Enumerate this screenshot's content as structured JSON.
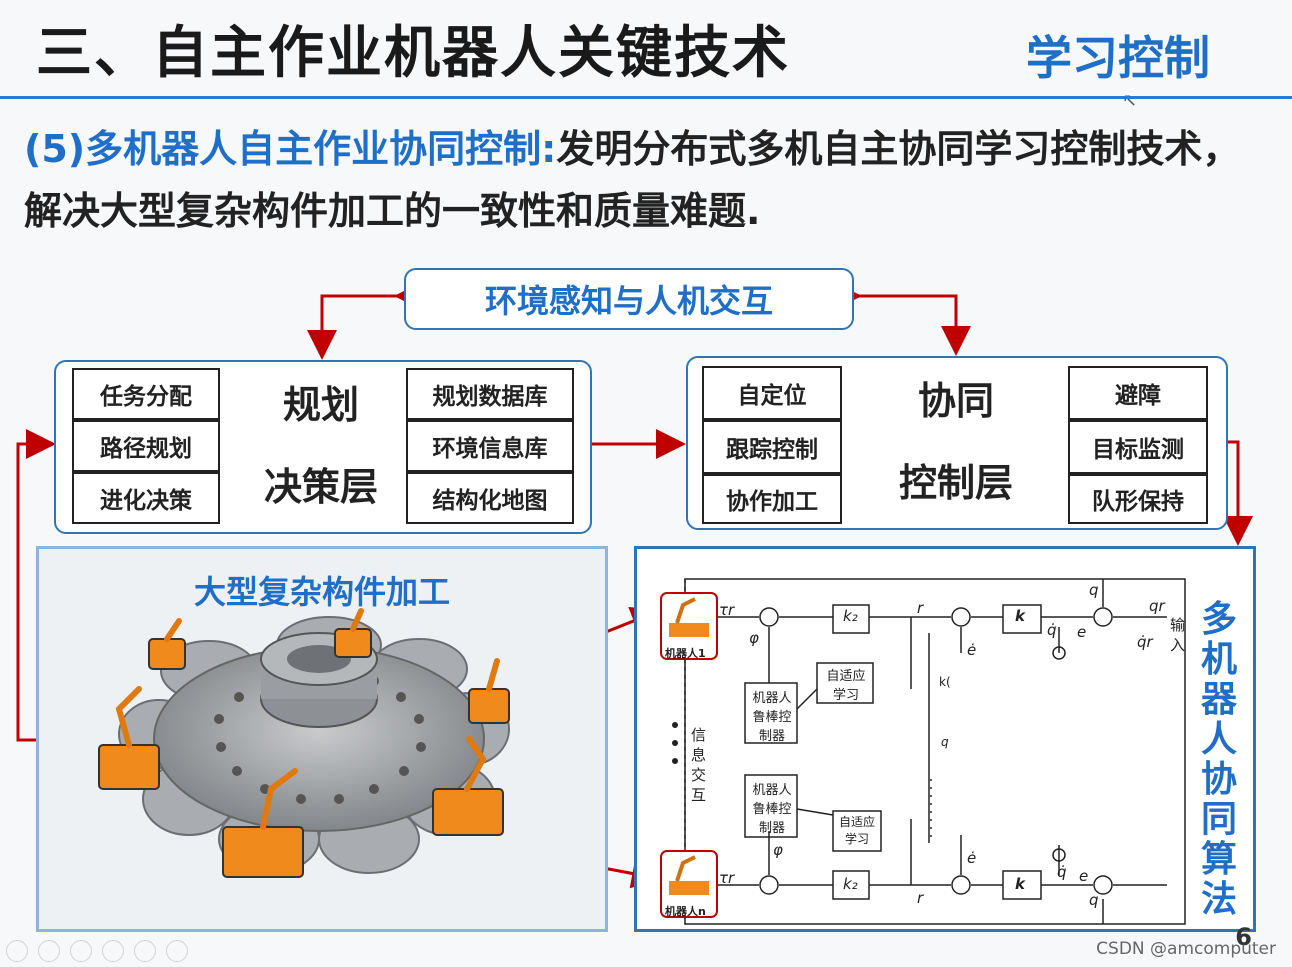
{
  "slide": {
    "title": "三、自主作业机器人关键技术",
    "top_right": "学习控制",
    "heading_highlight": "(5)多机器人自主作业协同控制:",
    "heading_rest": "发明分布式多机自主协同学习控制技术，解决大型复杂构件加工的一致性和质量难题.",
    "page_num": "6",
    "watermark": "CSDN @amcomputer"
  },
  "env": {
    "label": "环境感知与人机交互"
  },
  "planning": {
    "left_items": [
      "任务分配",
      "路径规划",
      "进化决策"
    ],
    "center_line1": "规划",
    "center_line2": "决策层",
    "right_items": [
      "规划数据库",
      "环境信息库",
      "结构化地图"
    ]
  },
  "control": {
    "left_items": [
      "自定位",
      "跟踪控制",
      "协作加工"
    ],
    "center_line1": "协同",
    "center_line2": "控制层",
    "right_items": [
      "避障",
      "目标监测",
      "队形保持"
    ]
  },
  "photo": {
    "title": "大型复杂构件加工"
  },
  "algo": {
    "label": "多机器人协同算法"
  },
  "diagram": {
    "robot1": "机器人1",
    "robotn": "机器人n",
    "robust1": "机器人鲁棒控制器",
    "robust2": "机器人鲁棒控制器",
    "adaptive1": "自适应学习",
    "adaptive2": "自适应学习",
    "info": "信息交互",
    "input": "输入",
    "k2": "k₂",
    "k": "k",
    "tau": "τr",
    "phi": "φ",
    "r": "r",
    "q": "q",
    "qr": "qr",
    "qrdot": "q̇r",
    "qdot": "q̇",
    "e": "e",
    "edot": "ė",
    "kl": "k(",
    "ql": "q"
  },
  "colors": {
    "accent": "#1f6fc8",
    "arrow": "#c00000",
    "frame": "#2e75b6"
  }
}
